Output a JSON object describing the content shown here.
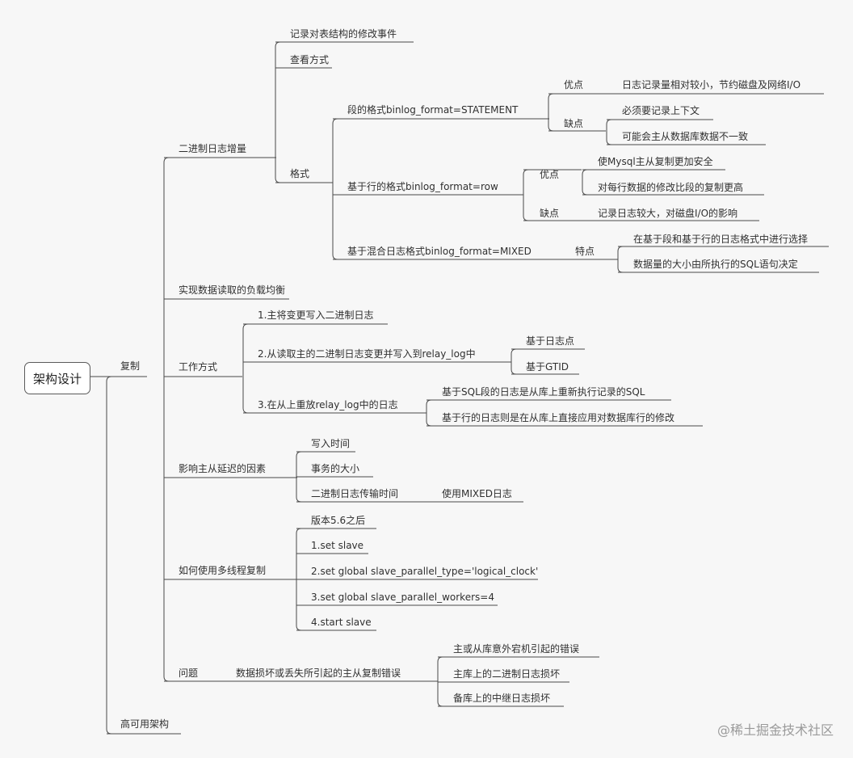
{
  "root": "架构设计",
  "watermark": "@稀土掘金技术社区",
  "l1": {
    "copy": "复制",
    "ha": "高可用架构"
  },
  "binlog": {
    "title": "二进制日志增量",
    "record": "记录对表结构的修改事件",
    "view": "查看方式",
    "format": "格式",
    "stmt": {
      "label": "段的格式binlog_format=STATEMENT",
      "pros": "优点",
      "pros1": "日志记录量相对较小，节约磁盘及网络I/O",
      "cons": "缺点",
      "cons1": "必须要记录上下文",
      "cons2": "可能会主从数据库数据不一致"
    },
    "row": {
      "label": "基于行的格式binlog_format=row",
      "pros": "优点",
      "pros1": "使Mysql主从复制更加安全",
      "pros2": "对每行数据的修改比段的复制更高",
      "cons": "缺点",
      "cons1": "记录日志较大，对磁盘I/O的影响"
    },
    "mixed": {
      "label": "基于混合日志格式binlog_format=MIXED",
      "feat": "特点",
      "f1": "在基于段和基于行的日志格式中进行选择",
      "f2": "数据量的大小由所执行的SQL语句决定"
    }
  },
  "lb": "实现数据读取的负载均衡",
  "work": {
    "title": "工作方式",
    "s1": "1.主将变更写入二进制日志",
    "s2": "2.从读取主的二进制日志变更并写入到relay_log中",
    "s2a": "基于日志点",
    "s2b": "基于GTID",
    "s3": "3.在从上重放relay_log中的日志",
    "s3a": "基于SQL段的日志是从库上重新执行记录的SQL",
    "s3b": "基于行的日志则是在从库上直接应用对数据库行的修改"
  },
  "delay": {
    "title": "影响主从延迟的因素",
    "a": "写入时间",
    "b": "事务的大小",
    "c": "二进制日志传输时间",
    "c1": "使用MIXED日志"
  },
  "mt": {
    "title": "如何使用多线程复制",
    "a": "版本5.6之后",
    "b": "1.set slave",
    "c": "2.set global slave_parallel_type='logical_clock'",
    "d": "3.set global slave_parallel_workers=4",
    "e": "4.start slave"
  },
  "prob": {
    "title": "问题",
    "sub": "数据损坏或丢失所引起的主从复制错误",
    "a": "主或从库意外宕机引起的错误",
    "b": "主库上的二进制日志损坏",
    "c": "备库上的中继日志损坏"
  }
}
